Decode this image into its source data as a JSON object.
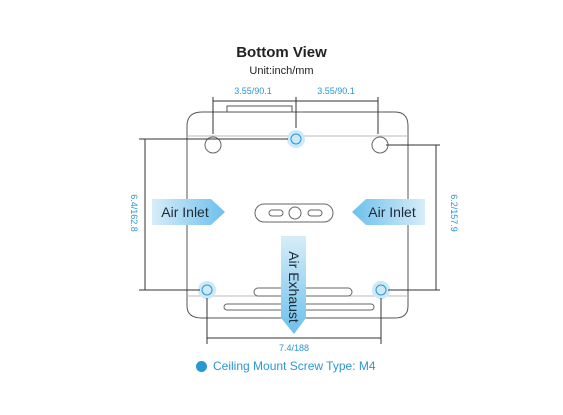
{
  "header": {
    "title": "Bottom View",
    "subtitle": "Unit:inch/mm"
  },
  "dimensions": {
    "top_left": "3.55/90.1",
    "top_right": "3.55/90.1",
    "left_height": "6.4/162.8",
    "right_height": "6.2/157.9",
    "bottom_width": "7.4/188"
  },
  "labels": {
    "air_inlet_left": "Air Inlet",
    "air_inlet_right": "Air Inlet",
    "air_exhaust": "Air Exhaust"
  },
  "legend": {
    "text": "Ceiling Mount Screw Type: M4"
  },
  "colors": {
    "accent": "#2a97d4",
    "outline": "#555555"
  },
  "icons": {
    "legend_marker": "filled-circle"
  }
}
